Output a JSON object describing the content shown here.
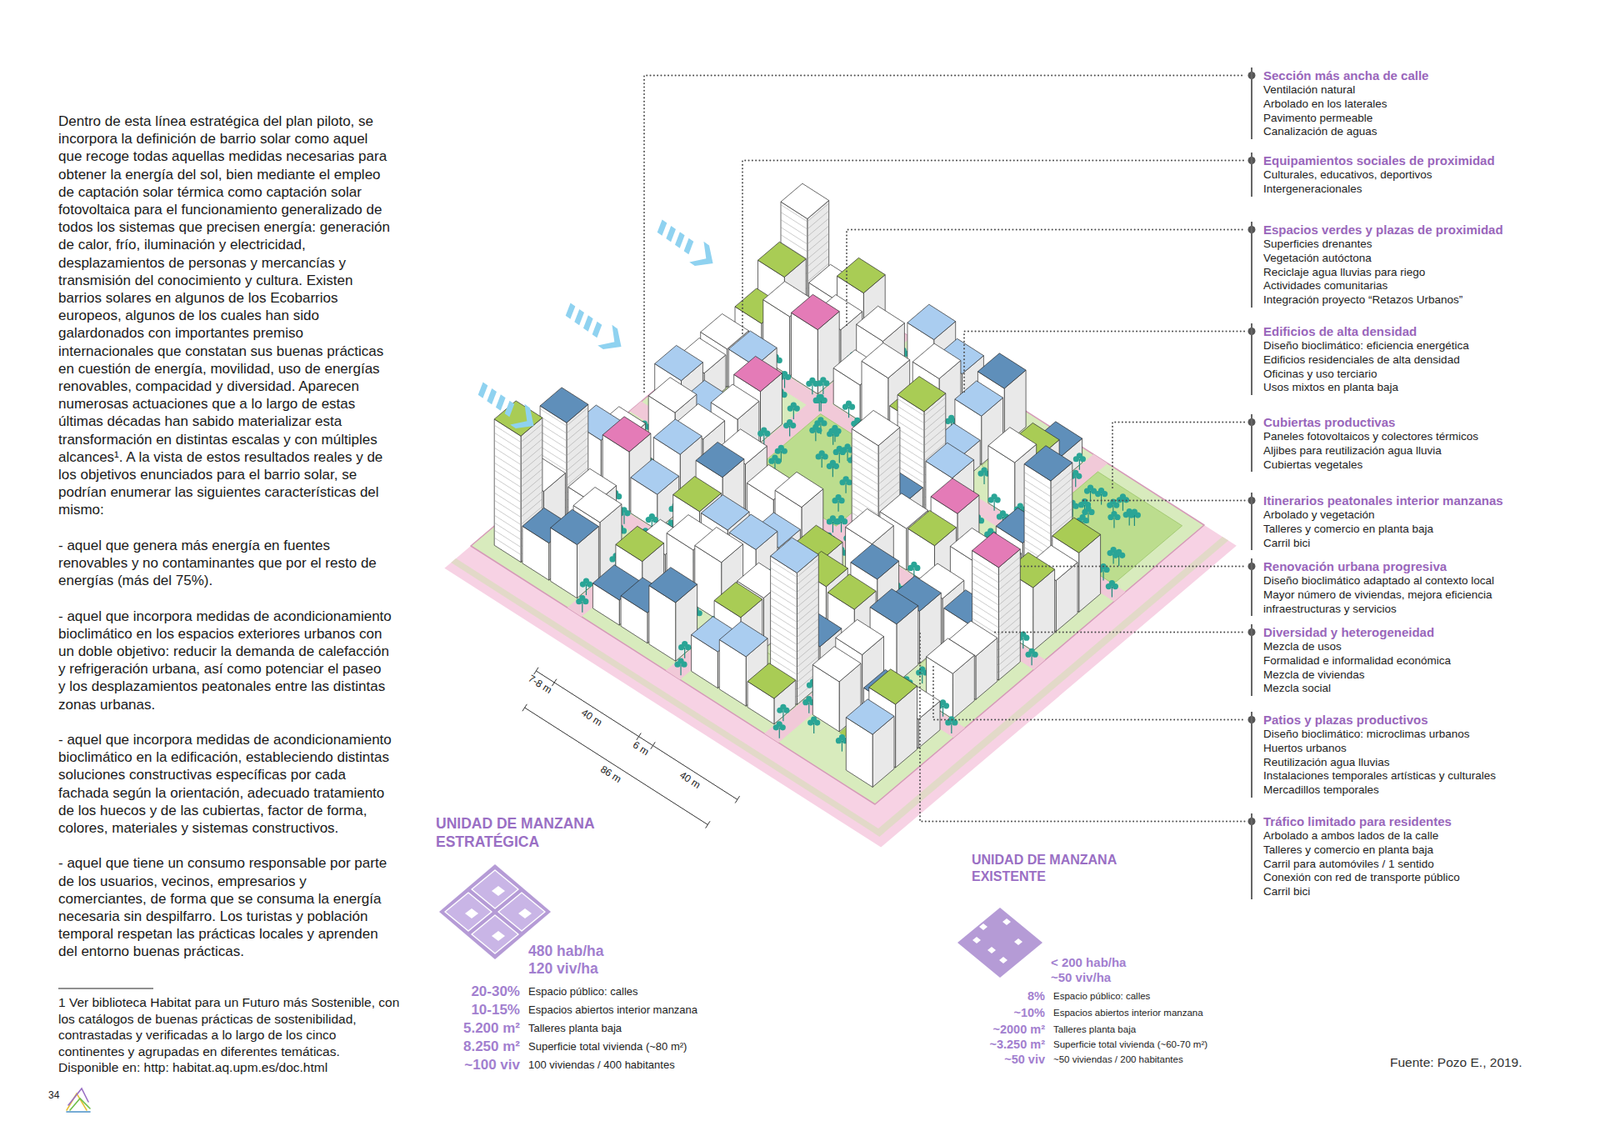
{
  "diagram": {
    "nodes": [
      {
        "text": [
          "Sección más ancha de calle",
          "Ventilación natural",
          "Arbolado en los laterales",
          "Pavimento permeable",
          "Canalización de aguas"
        ]
      },
      {
        "text": [
          "Equipamientos sociales de proximidad",
          "Culturales, educativos, deportivos",
          "Intergeneracionales"
        ]
      },
      {
        "text": [
          "Espacios verdes y plazas de proximidad",
          "Superficies drenantes",
          "Vegetación autóctona",
          "Reciclaje agua lluvias para riego",
          "Actividades comunitarias",
          "Integración proyecto “Retazos Urbanos”"
        ]
      },
      {
        "text": [
          "Edificios de alta densidad",
          "Diseño bioclimático: eficiencia energética",
          "Edificios residenciales de alta densidad",
          "Oficinas y uso terciario",
          "Usos mixtos en planta baja"
        ]
      },
      {
        "text": [
          "Cubiertas productivas",
          "Paneles fotovoltaicos y colectores térmicos",
          "Aljibes para reutilización agua lluvia",
          "Cubiertas vegetales"
        ]
      },
      {
        "text": [
          "Itinerarios peatonales interior manzanas",
          "Arbolado y vegetación",
          "Talleres y comercio en planta baja",
          "Carril bici"
        ]
      },
      {
        "text": [
          "Renovación urbana progresiva",
          "Diseño bioclimático adaptado al contexto local",
          "Mayor número de viviendas, mejora eficiencia infraestructuras y servicios"
        ]
      },
      {
        "text": [
          "Diversidad y heterogeneidad",
          "Mezcla de usos",
          "Formalidad e informalidad económica",
          "Mezcla de viviendas",
          "Mezcla social"
        ]
      },
      {
        "text": [
          "Patios y plazas productivos",
          "Diseño bioclimático: microclimas urbanos",
          "Huertos urbanos",
          "Reutilización agua lluvias",
          "Instalaciones temporales artísticas y culturales",
          "Mercadillos temporales"
        ]
      },
      {
        "text": [
          "Tráfico limitado para residentes",
          "Arbolado a ambos lados de la calle",
          "Talleres y comercio en planta baja",
          "Carril para automóviles / 1 sentido",
          "Conexión con red de transporte público",
          "Carril bici"
        ]
      }
    ],
    "labels": [
      "Dentro de esta línea estratégica del plan piloto, se incorpora la definición de barrio solar como aquel que recoge todas aquellas medidas necesarias para obtener la energía del sol, bien mediante el empleo de captación solar térmica como captación solar fotovoltaica para el funcionamiento generalizado de todos los sistemas que precisen energía: generación de calor, frío, iluminación y electricidad, desplazamientos de personas y mercancías y transmisión del conocimiento y cultura. Existen barrios solares en algunos de los Ecobarrios europeos, algunos de los cuales han sido galardonados con importantes premiso internacionales que constatan sus buenas prácticas en cuestión de energía, movilidad, uso de energías renovables, compacidad y diversidad. Aparecen numerosas actuaciones que a lo largo de estas últimas décadas han sabido materializar esta transformación en distintas escalas y con múltiples alcances¹. A la vista de estos resultados reales y de los objetivos enunciados para el barrio solar, se podrían enumerar las siguientes características del mismo:",
      "- aquel que genera más energía en fuentes renovables y no contaminantes que por el resto de energías (más del 75%).",
      "- aquel que incorpora medidas de acondicionamiento bioclimático en los espacios exteriores urbanos con un doble objetivo: reducir la demanda de calefacción y refrigeración urbana, así como potenciar el paseo y los desplazamientos peatonales entre las distintas zonas urbanas.",
      "- aquel que incorpora medidas de acondicionamiento bioclimático en la edificación, estableciendo distintas soluciones constructivas específicas por cada fachada según la orientación, adecuado tratamiento de los huecos y de las cubiertas, factor de forma, colores, materiales y sistemas constructivos.",
      "- aquel que tiene un consumo responsable por parte de los usuarios, vecinos, empresarios y comerciantes, de forma que se consuma la energía necesaria sin despilfarro. Los turistas y población temporal respetan las prácticas locales y aprenden del entorno buenas prácticas.",
      "1 Ver biblioteca Habitat para un Futuro más Sostenible, con los catálogos de buenas prácticas de sostenibilidad, contrastadas y verificadas a lo largo de los cinco continentes y agrupadas en diferentes temáticas. Disponible en: http: habitat.aq.upm.es/doc.html",
      "34",
      "7-8 m",
      "40 m",
      "6 m",
      "86 m",
      "40 m",
      "UNIDAD DE MANZANA ESTRATÉGICA",
      "480 hab/ha",
      "120 viv/ha",
      "20-30%",
      "Espacio público: calles",
      "10-15%",
      "Espacios abiertos interior manzana",
      "5.200 m²",
      "Talleres planta baja",
      "8.250 m²",
      "Superficie total vivienda (~80 m²)",
      "~100 viv",
      "100 viviendas / 400 habitantes",
      "UNIDAD DE MANZANA EXISTENTE",
      "< 200 hab/ha",
      "~50 viv/ha",
      "8%",
      "Espacio público: calles",
      "~10%",
      "Espacios abiertos interior manzana",
      "~2000 m²",
      "Talleres planta baja",
      "~3.250 m²",
      "Superficie total vivienda (~60-70 m²)",
      "~50 viv",
      "~50 viviendas / 200 habitantes",
      "Fuente: Pozo E., 2019."
    ]
  }
}
